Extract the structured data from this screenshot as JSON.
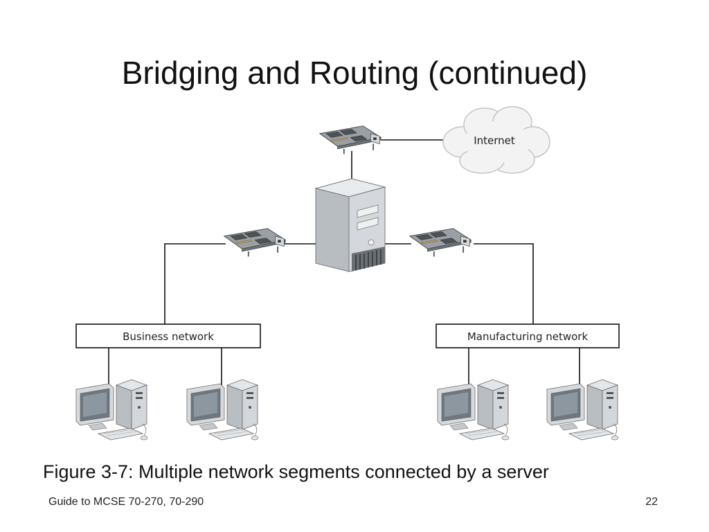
{
  "slide": {
    "title": "Bridging and Routing (continued)",
    "caption": "Figure 3-7: Multiple network segments connected by a server",
    "footer_left": "Guide to MCSE 70-270, 70-290",
    "page_number": "22"
  },
  "diagram": {
    "cloud_label": "Internet",
    "left_network_label": "Business network",
    "right_network_label": "Manufacturing network"
  }
}
